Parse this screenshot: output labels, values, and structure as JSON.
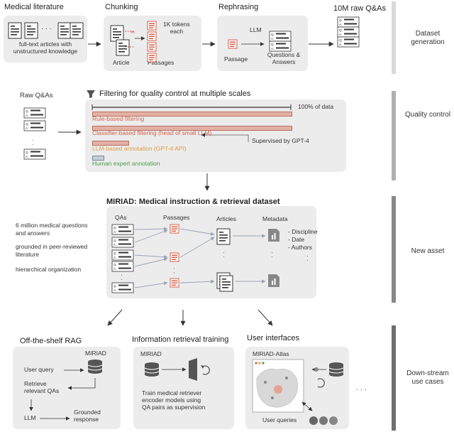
{
  "colors": {
    "red": "#d5614a",
    "orange": "#e39a3d",
    "green": "#4a9a4a",
    "blue_gray": "#8f9cb5",
    "panel": "#ececec",
    "sidebar_light": "#d6d6d6",
    "sidebar_mid": "#a9a9a9",
    "sidebar_dark": "#808080",
    "sidebar_darker": "#6a6a6a"
  },
  "sections": {
    "dataset_generation": "Dataset\ngeneration",
    "quality_control": "Quality\ncontrol",
    "new_asset": "New\nasset",
    "downstream": "Down-stream\nuse cases"
  },
  "generation": {
    "medical_literature_title": "Medical literature",
    "full_text_caption": "full-text articles with\nunstructured knowledge",
    "dots": "· · ·",
    "chunking_title": "Chunking",
    "tokens_label": "1K tokens\neach",
    "article_label": "Article",
    "passages_label": "Passages",
    "rephrasing_title": "Rephrasing",
    "llm_label": "LLM",
    "passage_label": "Passage",
    "qa_label": "Questions &\nAnswers",
    "raw_qas_title": "10M raw Q&As",
    "q": "Q:",
    "a": "A:"
  },
  "quality": {
    "raw_qas_label": "Raw Q&As",
    "filter_title": "Filtering for quality control at multiple scales",
    "hundred_percent": "100% of data",
    "rule_based": "Rule-based filtering",
    "classifier_based": "Classifier-based filtering  (head of small LLM)",
    "llm_based": "LLM-based annotation (GPT-4 API)",
    "human_expert": "Human expert annotation",
    "supervised": "Supervised by GPT-4",
    "bar_fractions": [
      1.0,
      1.0,
      0.18,
      0.055
    ]
  },
  "asset": {
    "title": "MIRIAD: Medical instruction & retrieval dataset",
    "desc1_plain1": "6 million medical ",
    "desc1_em1": "questions",
    "desc1_plain2": "and ",
    "desc1_em2": "answers",
    "desc2": "grounded in peer-reviewed\nliterature",
    "desc3": "hierarchical organization",
    "qas_header": "QAs",
    "passages_header": "Passages",
    "articles_header": "Articles",
    "metadata_header": "Metadata",
    "meta_items": [
      "- Discipline",
      "- Date",
      "- Authors"
    ]
  },
  "downstream": {
    "rag_title": "Off-the-shelf RAG",
    "rag_miriad": "MIRIAD",
    "rag_user_query": "User query",
    "rag_retrieve": "Retrieve\nrelevant QAs",
    "rag_llm": "LLM",
    "rag_grounded": "Grounded\nresponse",
    "ir_title": "Information retrieval training",
    "ir_miriad": "MIRIAD",
    "ir_desc": "Train medical retriever\nencoder models using\nQA pairs as supervision",
    "ui_title": "User interfaces",
    "ui_atlas": "MIRIAD-Atlas",
    "ui_queries": "User queries",
    "ellipsis": "· · ·"
  }
}
